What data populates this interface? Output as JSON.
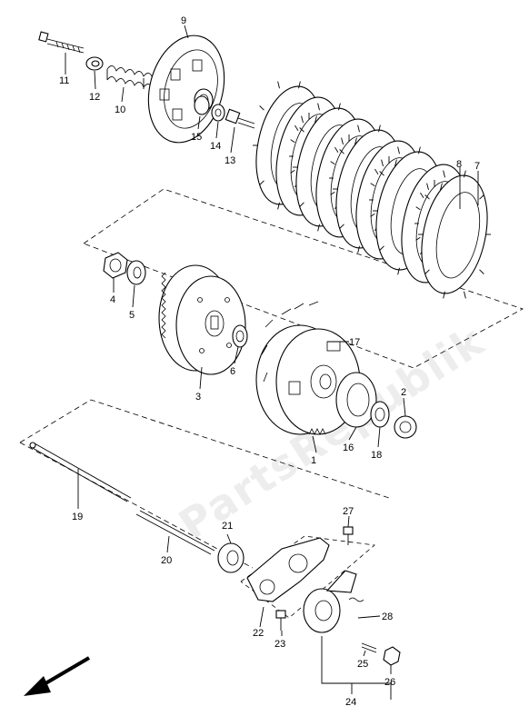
{
  "watermark": "PartsRepublik",
  "callouts": [
    {
      "id": "c1",
      "label": "1"
    },
    {
      "id": "c2",
      "label": "2"
    },
    {
      "id": "c3",
      "label": "3"
    },
    {
      "id": "c4",
      "label": "4"
    },
    {
      "id": "c5",
      "label": "5"
    },
    {
      "id": "c6",
      "label": "6"
    },
    {
      "id": "c7",
      "label": "7"
    },
    {
      "id": "c8",
      "label": "8"
    },
    {
      "id": "c9",
      "label": "9"
    },
    {
      "id": "c10",
      "label": "10"
    },
    {
      "id": "c11",
      "label": "11"
    },
    {
      "id": "c12",
      "label": "12"
    },
    {
      "id": "c13",
      "label": "13"
    },
    {
      "id": "c14",
      "label": "14"
    },
    {
      "id": "c15",
      "label": "15"
    },
    {
      "id": "c16",
      "label": "16"
    },
    {
      "id": "c17",
      "label": "17"
    },
    {
      "id": "c18",
      "label": "18"
    },
    {
      "id": "c19",
      "label": "19"
    },
    {
      "id": "c20",
      "label": "20"
    },
    {
      "id": "c21",
      "label": "21"
    },
    {
      "id": "c22",
      "label": "22"
    },
    {
      "id": "c23",
      "label": "23"
    },
    {
      "id": "c24",
      "label": "24"
    },
    {
      "id": "c25",
      "label": "25"
    },
    {
      "id": "c26",
      "label": "26"
    },
    {
      "id": "c27",
      "label": "27"
    },
    {
      "id": "c28",
      "label": "28"
    }
  ],
  "icons": {
    "front_direction": "arrow-down-left-icon"
  }
}
